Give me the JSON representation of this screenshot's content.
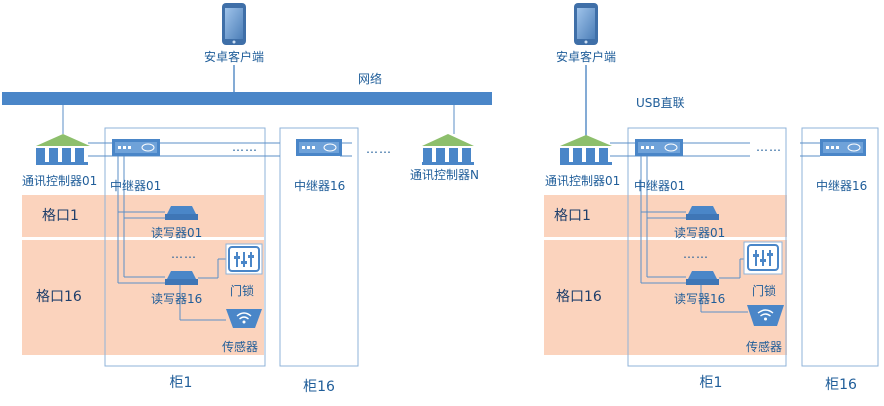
{
  "colors": {
    "bus": "#4a86c8",
    "line": "#5b8fc7",
    "cabinet_border": "#8fb3d9",
    "slot_fill": "#fbd3bd",
    "device": "#4a86c8",
    "controller_roof": "#8dbf6c"
  },
  "left": {
    "client": "安卓客户端",
    "network": "网络",
    "controller_01": "通讯控制器01",
    "controller_n": "通讯控制器N",
    "repeater_01": "中继器01",
    "repeater_16": "中继器16",
    "slot_1": "格口1",
    "slot_16": "格口16",
    "reader_01": "读写器01",
    "reader_16": "读写器16",
    "lock": "门锁",
    "sensor": "传感器",
    "cabinet_1": "柜1",
    "cabinet_16": "柜16",
    "ellipsis_top": "……",
    "ellipsis_mid": "……",
    "ellipsis_right": "……"
  },
  "right": {
    "client": "安卓客户端",
    "link": "USB直联",
    "controller_01": "通讯控制器01",
    "repeater_01": "中继器01",
    "repeater_16": "中继器16",
    "slot_1": "格口1",
    "slot_16": "格口16",
    "reader_01": "读写器01",
    "reader_16": "读写器16",
    "lock": "门锁",
    "sensor": "传感器",
    "cabinet_1": "柜1",
    "cabinet_16": "柜16",
    "ellipsis_top": "……",
    "ellipsis_mid": "……"
  }
}
